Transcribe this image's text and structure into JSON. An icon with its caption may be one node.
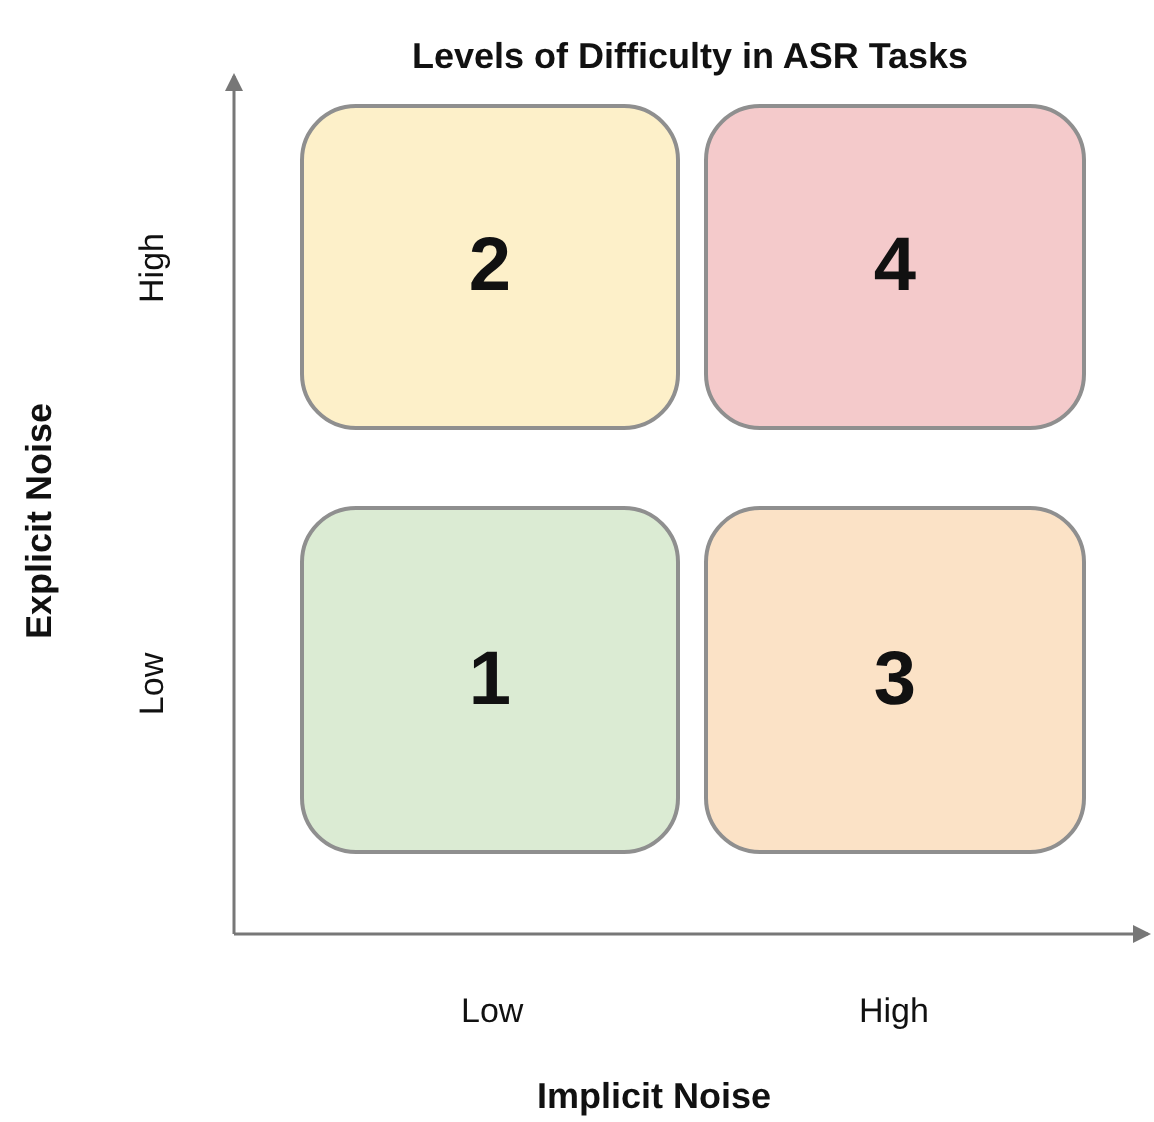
{
  "diagram": {
    "title": "Levels of Difficulty in ASR Tasks",
    "nodes": [
      {
        "text": [
          "2"
        ]
      },
      {
        "text": [
          "4"
        ]
      },
      {
        "text": [
          "1"
        ]
      },
      {
        "text": [
          "3"
        ]
      }
    ],
    "labels": [
      "High",
      "Explicit Noise",
      "Low",
      "Low",
      "High",
      "Implicit Noise"
    ]
  }
}
